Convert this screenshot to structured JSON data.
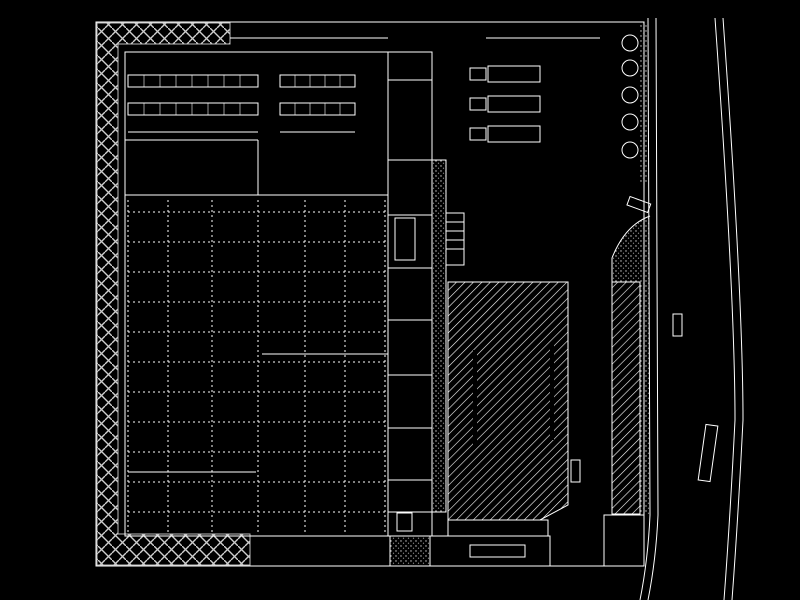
{
  "drawing": {
    "type": "site plan / floor plan (CAD)",
    "background_color": "#000000",
    "line_color": "#ffffff",
    "text": []
  },
  "elements": {
    "building_outline": "warehouse-outline",
    "truck_count": 3,
    "road_lanes": 2
  }
}
